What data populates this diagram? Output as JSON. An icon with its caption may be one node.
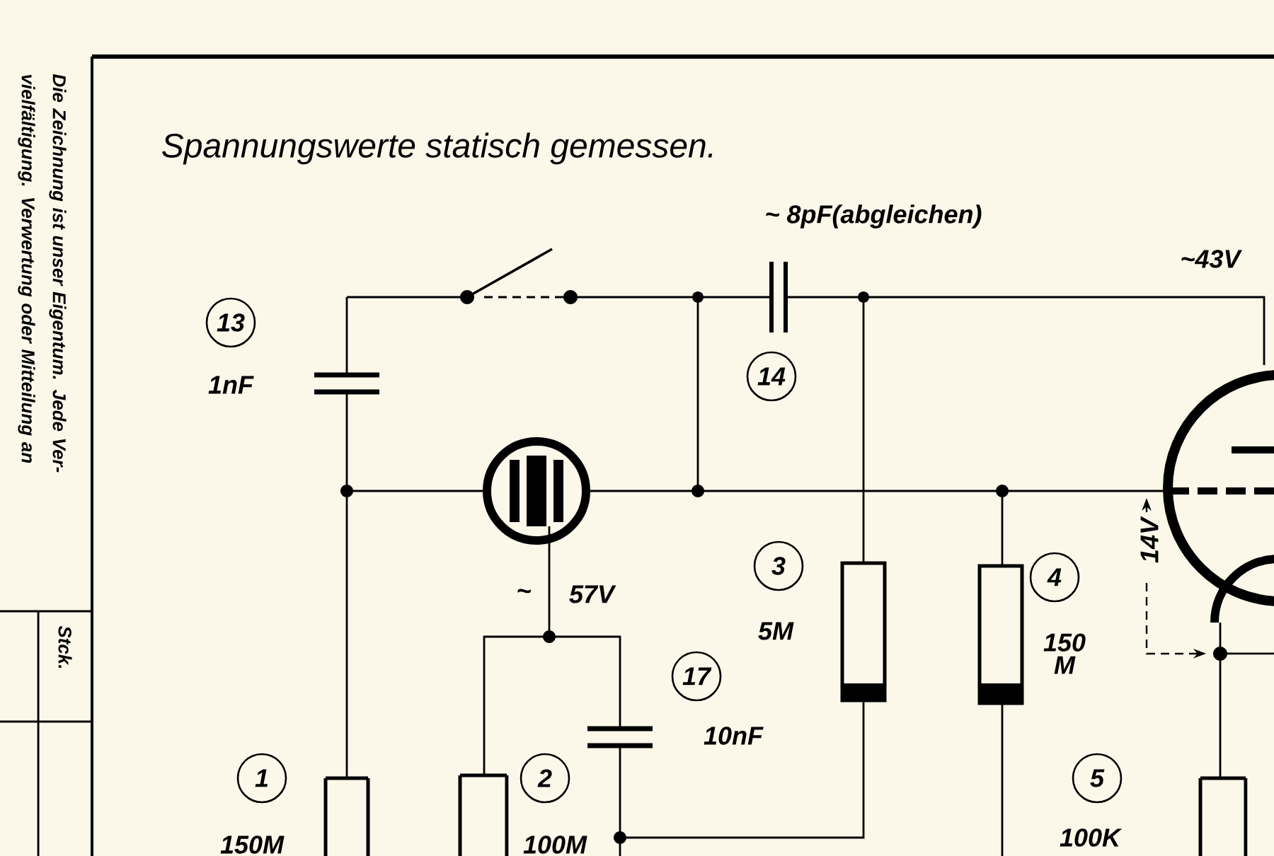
{
  "diagram": {
    "title": "Spannungswerte statisch gemessen.",
    "labels": [
      "Die Zeichnung ist unser Eigentum. Jede Ver- vielfältigung. Verwertung oder Mitteilung an",
      "Stck.",
      "~ 8pF(abgleichen)",
      "~43V",
      "13",
      "1nF",
      "14",
      "3",
      "~",
      "57V",
      "5M",
      "4",
      "14V",
      "150 M",
      "17",
      "10nF",
      "1",
      "2",
      "5",
      "150M",
      "100M",
      "100K"
    ]
  }
}
